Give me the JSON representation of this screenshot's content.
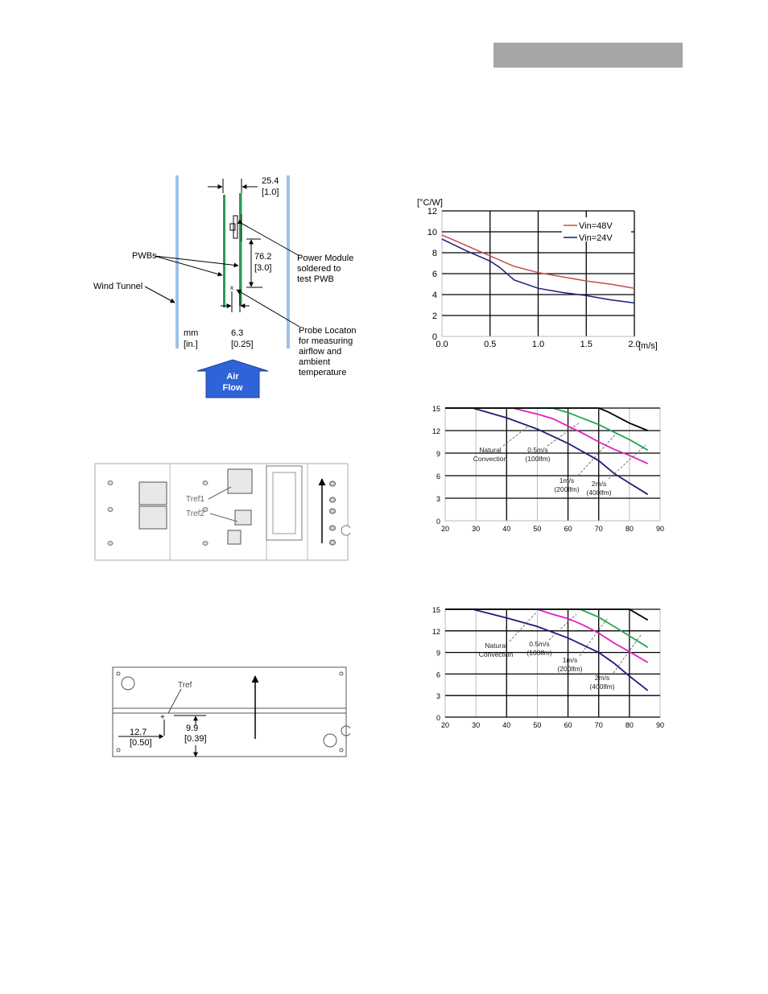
{
  "header": {
    "bar_color": "#a6a6a6"
  },
  "test_setup": {
    "pwbs_label": "PWBs",
    "wind_tunnel_label": "Wind Tunnel",
    "units_label": [
      "mm",
      "[in.]"
    ],
    "dim_spacing": [
      "25.4",
      "[1.0]"
    ],
    "dim_height": [
      "76.2",
      "[3.0]"
    ],
    "dim_probe": [
      "6.3",
      "[0.25]"
    ],
    "power_module_label": [
      "Power Module",
      "soldered to",
      "test PWB"
    ],
    "probe_label": [
      "Probe Locaton",
      "for measuring",
      "airflow and",
      "ambient",
      "temperature"
    ],
    "airflow_label": [
      "Air",
      "Flow"
    ],
    "airflow_color": "#2f63d8"
  },
  "board_top": {
    "tref1_label": "Tref1",
    "tref2_label": "Tref2"
  },
  "board_bottom": {
    "tref_label": "Tref",
    "dim_x": [
      "12.7",
      "[0.50]"
    ],
    "dim_y": [
      "9.9",
      "[0.39]"
    ]
  },
  "chart_data": [
    {
      "type": "line",
      "ylabel": "[°C/W]",
      "xlabel": "[m/s]",
      "xlim": [
        0,
        2
      ],
      "ylim": [
        0,
        12
      ],
      "x_ticks": [
        "0.0",
        "0.5",
        "1.0",
        "1.5",
        "2.0"
      ],
      "y_ticks": [
        "0",
        "2",
        "4",
        "6",
        "8",
        "10",
        "12"
      ],
      "legend_position": "top-right",
      "grid": true,
      "series": [
        {
          "name": "Vin=48V",
          "color": "#c0504d",
          "x": [
            0,
            0.25,
            0.5,
            0.75,
            1.0,
            1.25,
            1.5,
            1.75,
            2.0
          ],
          "y": [
            9.7,
            8.7,
            7.7,
            6.7,
            6.1,
            5.7,
            5.3,
            5.0,
            4.6
          ]
        },
        {
          "name": "Vin=24V",
          "color": "#1f1a7a",
          "x": [
            0,
            0.25,
            0.5,
            0.6,
            0.75,
            1.0,
            1.25,
            1.5,
            1.75,
            2.0
          ],
          "y": [
            9.3,
            8.2,
            7.2,
            6.6,
            5.4,
            4.6,
            4.2,
            3.9,
            3.5,
            3.2
          ]
        }
      ]
    },
    {
      "type": "line",
      "xlim": [
        20,
        90
      ],
      "ylim": [
        0,
        15
      ],
      "x_ticks": [
        "20",
        "30",
        "40",
        "50",
        "60",
        "70",
        "80",
        "90"
      ],
      "y_ticks": [
        "0",
        "3",
        "6",
        "9",
        "12",
        "15"
      ],
      "grid": true,
      "series": [
        {
          "color": "#1f1a7a",
          "x": [
            20,
            29,
            40,
            50,
            60,
            67,
            70,
            75,
            80,
            86
          ],
          "y": [
            15,
            15,
            13.7,
            12.2,
            10.3,
            8.7,
            8,
            6.3,
            5,
            3.5
          ]
        },
        {
          "color": "#e020c0",
          "x": [
            20,
            42,
            50,
            55,
            60,
            65,
            70,
            75,
            80,
            86
          ],
          "y": [
            15,
            15,
            14.2,
            13.6,
            12.6,
            11.6,
            10.5,
            9.5,
            8.7,
            7.6
          ]
        },
        {
          "color": "#1fa84f",
          "x": [
            20,
            55,
            60,
            65,
            70,
            75,
            80,
            86
          ],
          "y": [
            15,
            15,
            14.4,
            13.6,
            12.8,
            11.8,
            10.8,
            9.4
          ]
        },
        {
          "color": "#000000",
          "x": [
            20,
            70,
            73,
            80,
            86
          ],
          "y": [
            15,
            15,
            14.5,
            13,
            12
          ]
        }
      ],
      "annotations": [
        {
          "lines": [
            "Natural",
            "Convection"
          ]
        },
        {
          "lines": [
            "0.5m/s",
            "(100lfm)"
          ]
        },
        {
          "lines": [
            "1m/s",
            "(200lfm)"
          ]
        },
        {
          "lines": [
            "2m/s",
            "(400lfm)"
          ]
        }
      ]
    },
    {
      "type": "line",
      "xlim": [
        20,
        90
      ],
      "ylim": [
        0,
        15
      ],
      "x_ticks": [
        "20",
        "30",
        "40",
        "50",
        "60",
        "70",
        "80",
        "90"
      ],
      "y_ticks": [
        "0",
        "3",
        "6",
        "9",
        "12",
        "15"
      ],
      "grid": true,
      "series": [
        {
          "color": "#1f1a7a",
          "x": [
            20,
            29,
            40,
            50,
            60,
            70,
            75,
            80,
            86
          ],
          "y": [
            15,
            15,
            13.8,
            12.6,
            11,
            9,
            7.5,
            5.7,
            3.7
          ]
        },
        {
          "color": "#e020c0",
          "x": [
            20,
            50,
            55,
            60,
            65,
            70,
            75,
            80,
            86
          ],
          "y": [
            15,
            15,
            14.3,
            13.7,
            12.8,
            11.7,
            10.3,
            9.1,
            7.6
          ]
        },
        {
          "color": "#1fa84f",
          "x": [
            20,
            64,
            70,
            75,
            80,
            86
          ],
          "y": [
            15,
            15,
            13.9,
            12.6,
            11.3,
            9.7
          ]
        },
        {
          "color": "#000000",
          "x": [
            20,
            80,
            86
          ],
          "y": [
            15,
            15,
            13.5
          ]
        }
      ],
      "annotations": [
        {
          "lines": [
            "Natural",
            "Convection"
          ]
        },
        {
          "lines": [
            "0.5m/s",
            "(100lfm)"
          ]
        },
        {
          "lines": [
            "1m/s",
            "(200lfm)"
          ]
        },
        {
          "lines": [
            "2m/s",
            "(400lfm)"
          ]
        }
      ]
    }
  ]
}
